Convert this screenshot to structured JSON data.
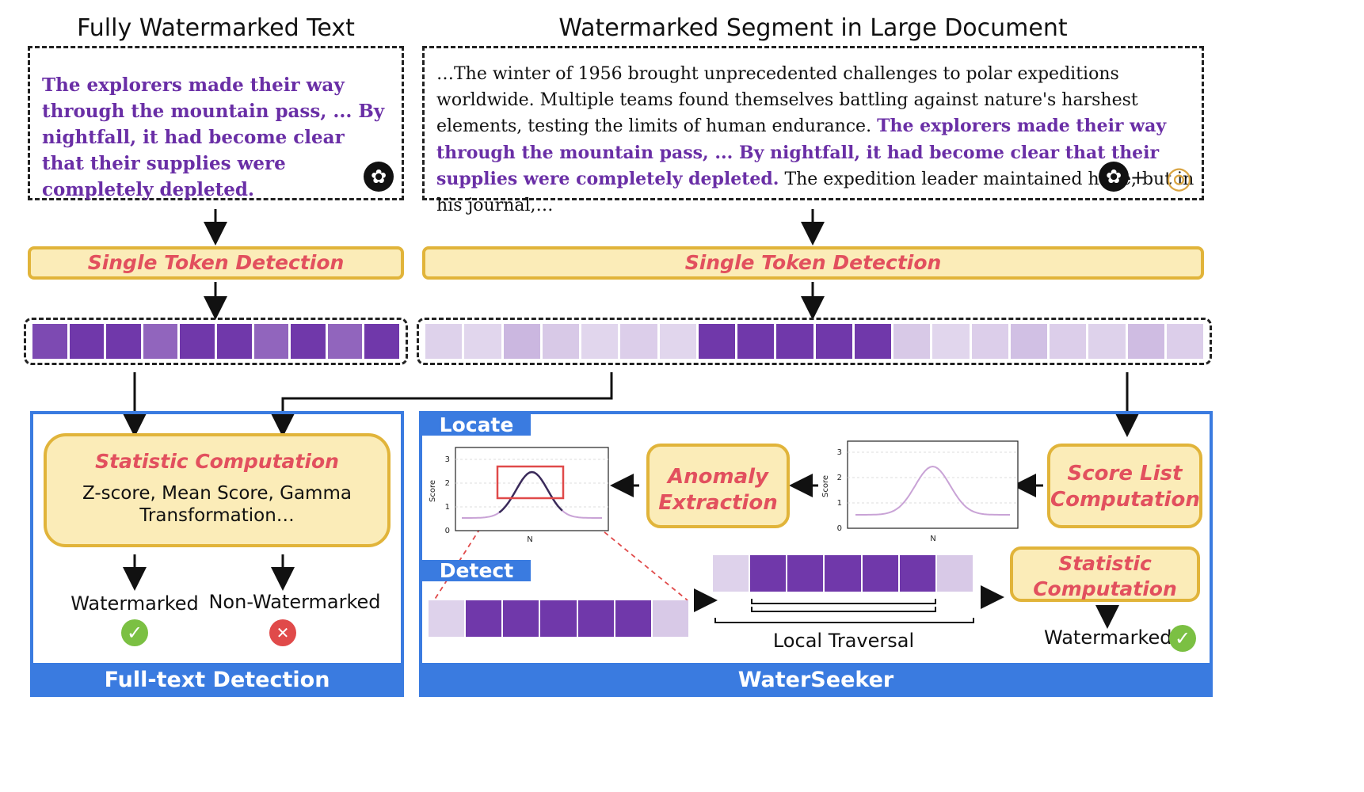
{
  "left": {
    "title": "Fully Watermarked Text",
    "watermarked_text": "The explorers made their way through the mountain pass, ... By nightfall, it had become clear that their supplies were completely depleted.",
    "detection_label": "Single Token Detection",
    "token_levels": [
      0.85,
      0.95,
      0.95,
      0.7,
      0.95,
      0.95,
      0.7,
      0.95,
      0.7,
      0.95
    ],
    "stat_title": "Statistic Computation",
    "stat_body": "Z-score, Mean Score, Gamma Transformation…",
    "result_watermarked": "Watermarked",
    "result_non_watermarked": "Non-Watermarked",
    "panel_label": "Full-text Detection"
  },
  "right": {
    "title": "Watermarked Segment in Large Document",
    "text_before": "…The winter of 1956 brought unprecedented challenges to polar expeditions worldwide. Multiple teams found themselves battling against nature's harshest elements, testing the limits of human endurance.",
    "text_watermarked": "The explorers made their way through the mountain pass, ... By nightfall, it had become clear that their supplies were completely depleted.",
    "text_after": "The expedition leader maintained hope, but in his journal,…",
    "plus_sign": "+",
    "detection_label": "Single Token Detection",
    "token_levels": [
      0.1,
      0.08,
      0.25,
      0.15,
      0.08,
      0.12,
      0.08,
      0.95,
      0.95,
      0.95,
      0.95,
      0.95,
      0.15,
      0.08,
      0.12,
      0.2,
      0.12,
      0.1,
      0.22,
      0.12
    ],
    "locate_label": "Locate",
    "detect_label": "Detect",
    "anomaly_label": "Anomaly Extraction",
    "score_list_label": "Score List Computation",
    "stat_label": "Statistic Computation",
    "local_traversal_label": "Local Traversal",
    "result_watermarked": "Watermarked",
    "panel_label": "WaterSeeker",
    "detect_strip_levels": [
      0.1,
      0.95,
      0.95,
      0.95,
      0.95,
      0.95,
      0.15
    ],
    "traverse_strip_levels": [
      0.1,
      0.95,
      0.95,
      0.95,
      0.95,
      0.95,
      0.15
    ]
  },
  "plots": {
    "ylabel": "Score",
    "xlabel": "N",
    "yticks": [
      "0",
      "1",
      "2",
      "3"
    ]
  },
  "icons": {
    "check": "✓",
    "cross": "✕",
    "openai": "✿",
    "seeker": "◎"
  },
  "colors": {
    "purple_dark": "#6a2fa6",
    "purple_light": "#ebe4f3",
    "yellow_fill": "#fbecb8",
    "yellow_border": "#e1b43a",
    "blue": "#3a7be0",
    "red_text": "#e2505e",
    "green": "#7bc043",
    "red_circle": "#e04a4a"
  }
}
